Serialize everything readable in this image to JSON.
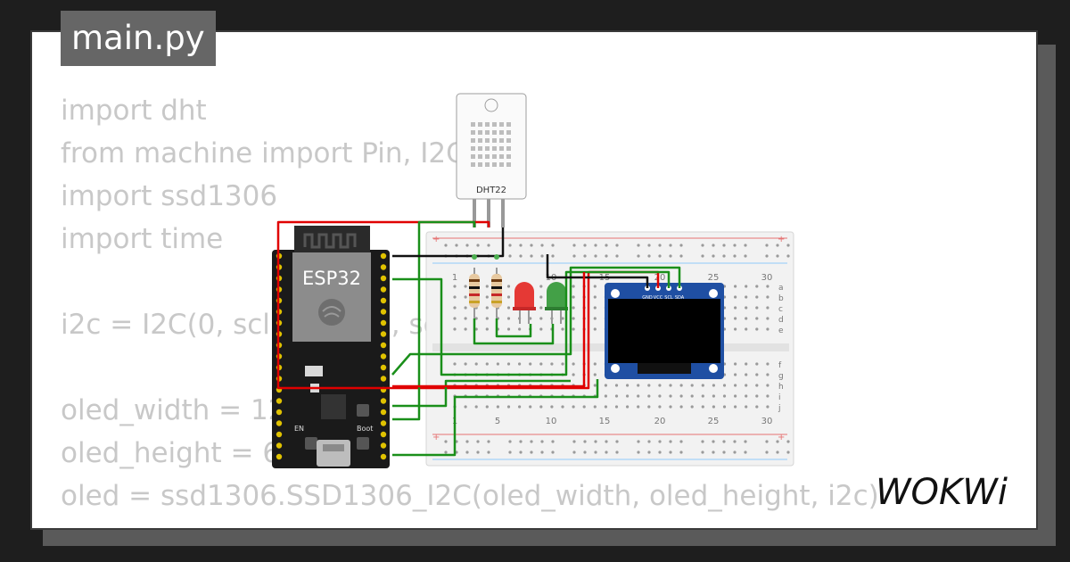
{
  "tab": {
    "filename": "main.py"
  },
  "code_lines": [
    "import dht",
    "from machine import Pin, I2C",
    "import ssd1306",
    "import time",
    "",
    "i2c = I2C(0, scl=Pin(22), sda=",
    "",
    "oled_width = 128",
    "oled_height = 64",
    "oled = ssd1306.SSD1306_I2C(oled_width, oled_height, i2c)"
  ],
  "diagram": {
    "esp32_label": "ESP32",
    "dht_label": "DHT22",
    "en_label": "EN",
    "boot_label": "Boot",
    "oled_pins": [
      "GND",
      "VCC",
      "SCL",
      "SDA"
    ],
    "breadboard_columns": [
      "1",
      "5",
      "10",
      "15",
      "20",
      "25",
      "30"
    ],
    "breadboard_rows_top": [
      "a",
      "b",
      "c",
      "d",
      "e"
    ],
    "breadboard_rows_bottom": [
      "f",
      "g",
      "h",
      "i",
      "j"
    ],
    "colors": {
      "wire_red": "#e00000",
      "wire_green": "#1a8f1a",
      "wire_black": "#111111",
      "led_red": "#e53935",
      "led_green": "#43a047",
      "oled_board": "#1f4fa3",
      "esp_board": "#1a1a1a"
    }
  },
  "brand": {
    "logo": "WOKWi"
  }
}
